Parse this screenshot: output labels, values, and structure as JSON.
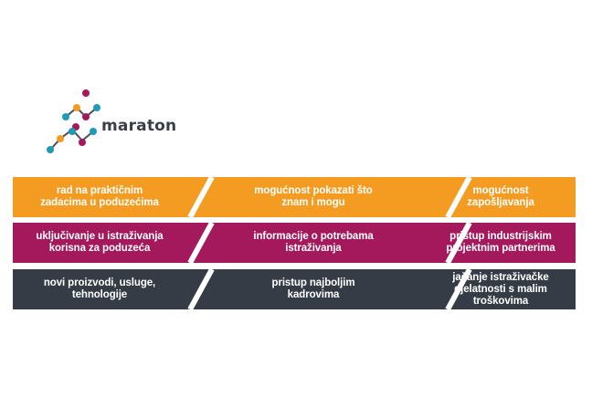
{
  "logo": {
    "name": "maraton",
    "colors": {
      "teal": "#1e9bb5",
      "magenta": "#a3195b",
      "orange": "#f39c21",
      "gray": "#3a3f47"
    }
  },
  "rows": [
    {
      "color": "#f39c21",
      "cells": [
        "rad na praktičnim\nzadacima u poduzećima",
        "mogućnost pokazati što\nznam i mogu",
        "mogućnost\nzapošljavanja"
      ]
    },
    {
      "color": "#a3195b",
      "cells": [
        "uključivanje u istraživanja\nkorisna za poduzeća",
        "informacije o potrebama\nistraživanja",
        "pristup industrijskim\nprojektnim partnerima"
      ]
    },
    {
      "color": "#353c46",
      "cells": [
        "novi proizvodi, usluge,\ntehnologije",
        "pristup najboljim\nkadrovima",
        "jačanje istraživačke\ndjelatnosti s malim troškovima"
      ]
    }
  ]
}
